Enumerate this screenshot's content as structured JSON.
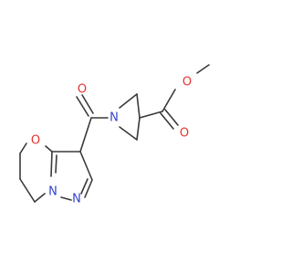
{
  "colors": {
    "bond": "#3a3a3a",
    "oxygen": "#e8322a",
    "nitrogen": "#3344cc",
    "background": "#ffffff"
  },
  "molecule": {
    "atoms": [
      {
        "id": "o_carbonyl",
        "label": "O",
        "element": "oxygen"
      },
      {
        "id": "o_ester_carbonyl",
        "label": "O",
        "element": "oxygen"
      },
      {
        "id": "o_ester",
        "label": "O",
        "element": "oxygen"
      },
      {
        "id": "o_ring",
        "label": "O",
        "element": "oxygen"
      },
      {
        "id": "n_azetidine",
        "label": "N",
        "element": "nitrogen"
      },
      {
        "id": "n_bridge",
        "label": "N",
        "element": "nitrogen"
      },
      {
        "id": "n_pyrazole",
        "label": "N",
        "element": "nitrogen"
      }
    ]
  }
}
